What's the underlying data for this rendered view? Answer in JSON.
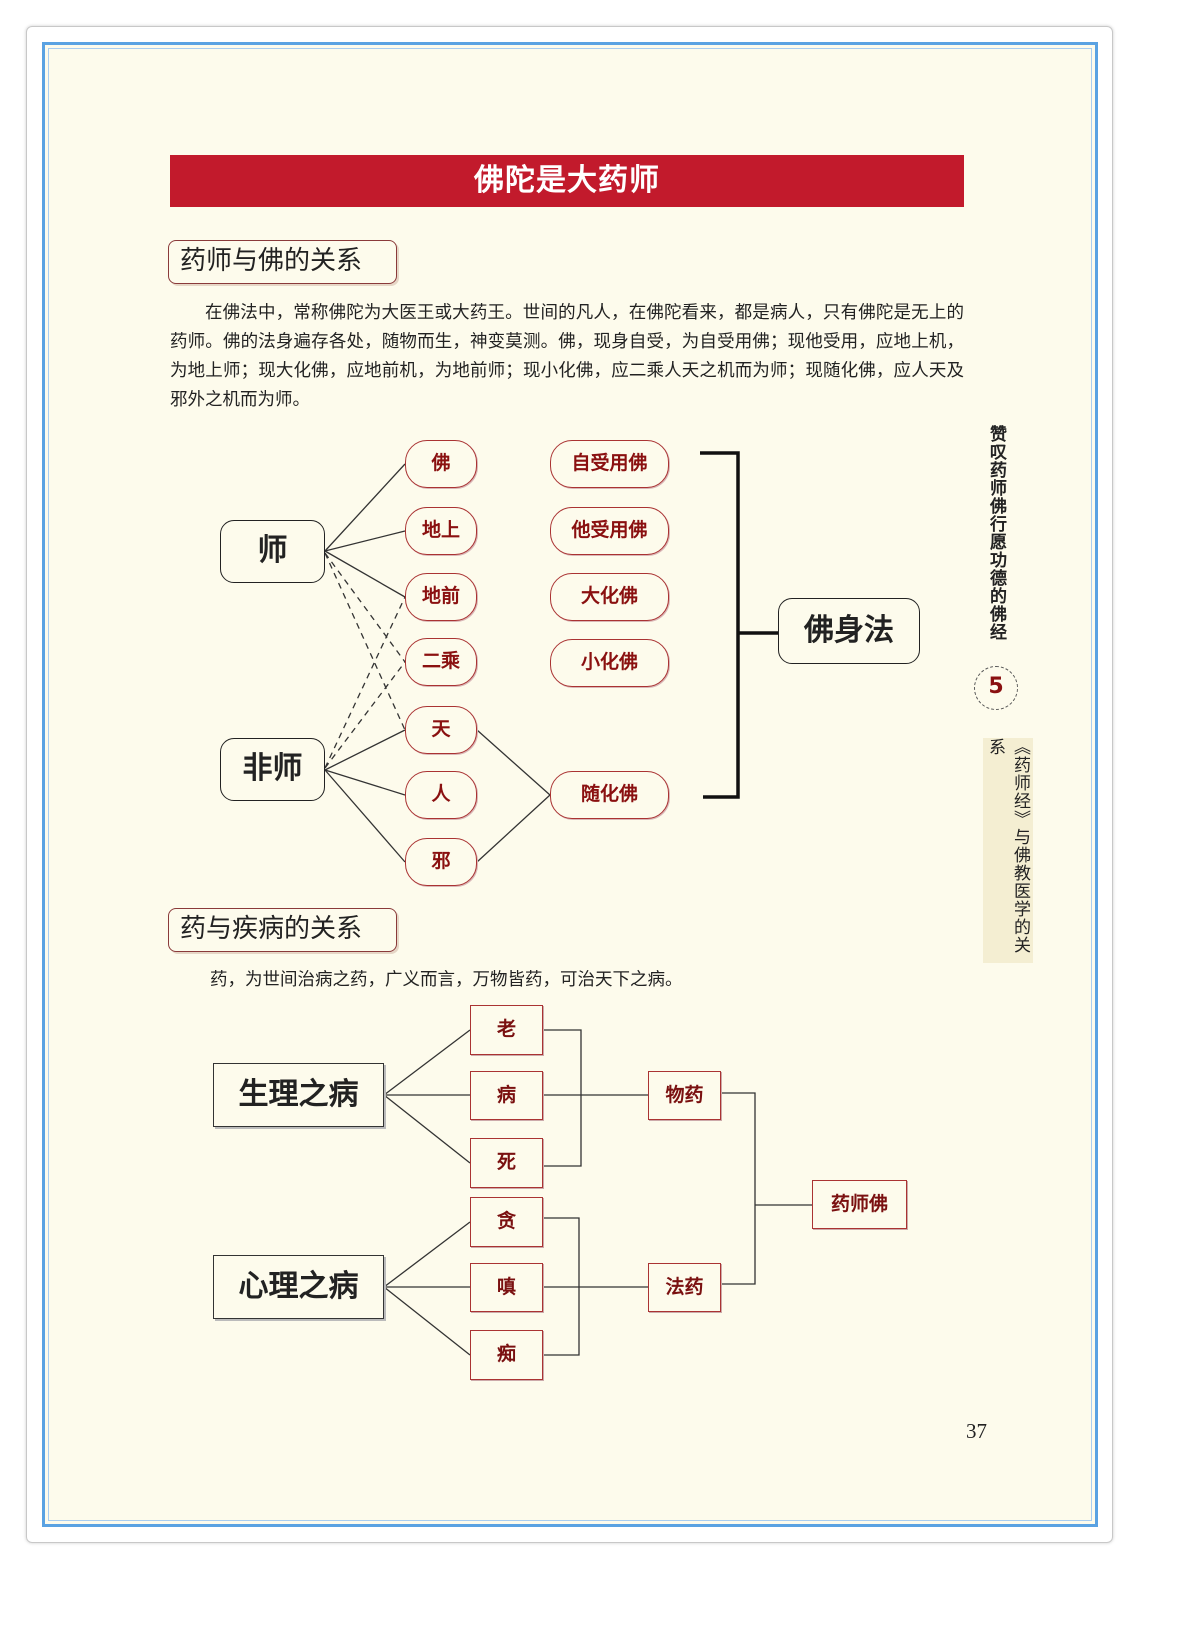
{
  "banner_title": "佛陀是大药师",
  "section1": {
    "title": "药师与佛的关系",
    "paragraph": "在佛法中，常称佛陀为大医王或大药王。世间的凡人，在佛陀看来，都是病人，只有佛陀是无上的药师。佛的法身遍存各处，随物而生，神变莫测。佛，现身自受，为自受用佛；现他受用，应地上机，为地上师；现大化佛，应地前机，为地前师；现小化佛，应二乘人天之机而为师；现随化佛，应人天及邪外之机而为师。"
  },
  "diagram1": {
    "left": [
      "师",
      "非师"
    ],
    "middle": [
      "佛",
      "地上",
      "地前",
      "二乘",
      "天",
      "人",
      "邪"
    ],
    "right": [
      "自受用佛",
      "他受用佛",
      "大化佛",
      "小化佛",
      "随化佛"
    ],
    "root": "佛身法"
  },
  "section2": {
    "title": "药与疾病的关系",
    "paragraph": "药，为世间治病之药，广义而言，万物皆药，可治天下之病。"
  },
  "diagram2": {
    "left": [
      "生理之病",
      "心理之病"
    ],
    "middle": [
      "老",
      "病",
      "死",
      "贪",
      "嗔",
      "痴"
    ],
    "medicine": [
      "物药",
      "法药"
    ],
    "root": "药师佛"
  },
  "side": {
    "chapter_title": "赞叹药师佛行愿功德的佛经",
    "chapter_number": "5",
    "section_title": "《药师经》与佛教医学的关系"
  },
  "page_number": "37"
}
